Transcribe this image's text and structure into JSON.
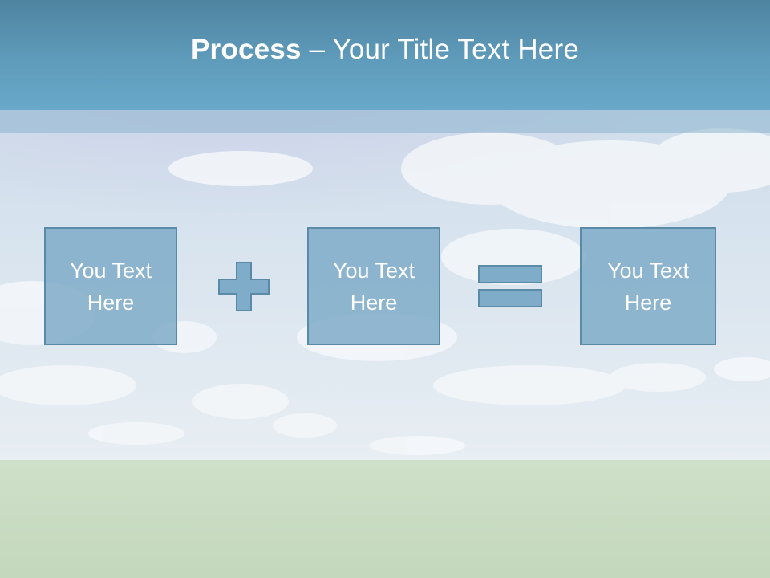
{
  "slide": {
    "title_bold": "Process",
    "title_rest": " – Your Title Text Here"
  },
  "process": {
    "boxes": [
      {
        "text": "You Text Here"
      },
      {
        "text": "You Text Here"
      },
      {
        "text": "You Text Here"
      }
    ],
    "operators": [
      "plus",
      "equals"
    ]
  },
  "colors": {
    "header": "#5f9bbb",
    "box_fill": "#7facc8",
    "box_border": "#5b8aa6",
    "text": "#ffffff",
    "grass": "#c9dcc0",
    "sky": "#dbe6ee"
  }
}
